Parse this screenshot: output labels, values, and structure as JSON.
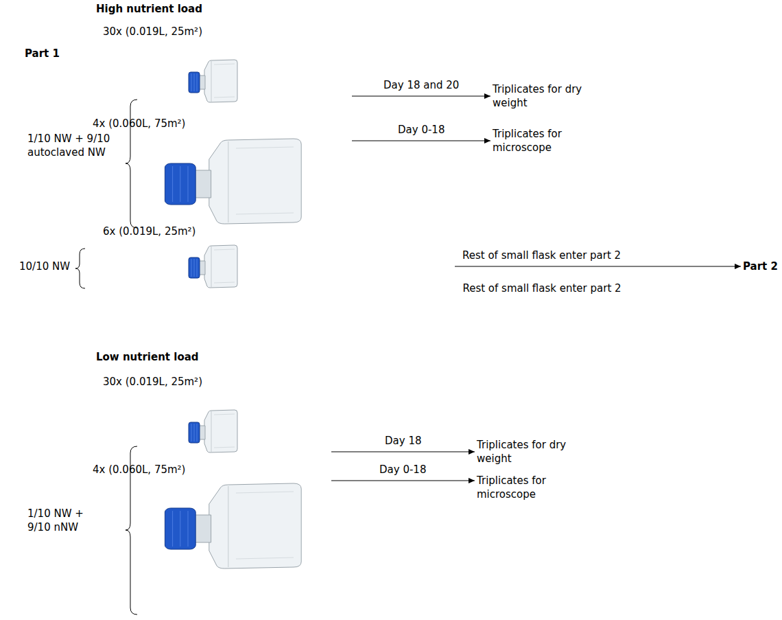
{
  "diagram": {
    "nodes": [
      {
        "text": [
          "30x (0.019L, 25m²)"
        ]
      },
      {
        "text": [
          "4x (0.060L, 75m²)"
        ]
      },
      {
        "text": [
          "Triplicates for dry weight"
        ]
      },
      {
        "text": [
          "Triplicates for microscope"
        ]
      },
      {
        "text": [
          "6x (0.019L, 25m²)"
        ]
      },
      {
        "text": [
          "Part 2"
        ]
      },
      {
        "text": [
          "30x (0.019L, 25m²)"
        ]
      },
      {
        "text": [
          "4x (0.060L, 75m²)"
        ]
      },
      {
        "text": [
          "Triplicates for dry weight"
        ]
      },
      {
        "text": [
          "Triplicates for microscope"
        ]
      }
    ],
    "edges": [
      {
        "from": 0,
        "to": 2,
        "arrow": "to",
        "label": "Day 18 and 20"
      },
      {
        "from": 1,
        "to": 3,
        "arrow": "to",
        "label": "Day 0-18"
      },
      {
        "from": 4,
        "to": 5,
        "arrow": "to",
        "label": "Rest of small flask enter part 2"
      },
      {
        "from": 6,
        "to": 8,
        "arrow": "to",
        "label": "Day 18"
      },
      {
        "from": 7,
        "to": 9,
        "arrow": "to",
        "label": "Day 0-18"
      }
    ],
    "labels": [
      "High nutrient load",
      "Part 1",
      "1/10 NW + 9/10 autoclaved NW",
      "10/10 NW",
      "Rest of small flask enter part 2",
      "Low nutrient load",
      "1/10 NW + 9/10 nNW"
    ]
  }
}
